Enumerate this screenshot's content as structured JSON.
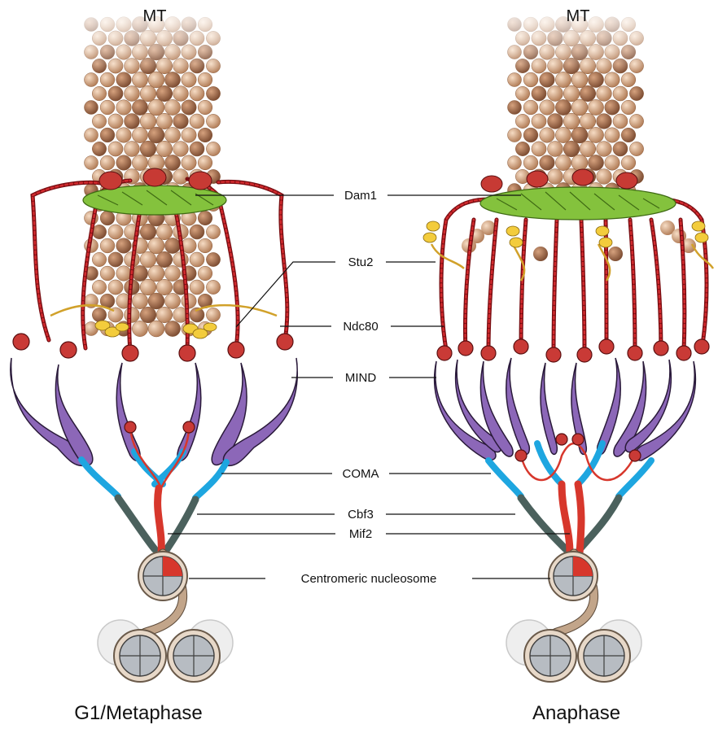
{
  "panels": [
    {
      "top_label": "MT",
      "bottom_label": "G1/Metaphase"
    },
    {
      "top_label": "MT",
      "bottom_label": "Anaphase"
    }
  ],
  "center_labels": [
    "Dam1",
    "Stu2",
    "Ndc80",
    "MIND",
    "COMA",
    "Cbf3",
    "Mif2",
    "Centromeric nucleosome"
  ],
  "colors": {
    "microtubule_bead_light": "#e8c3a3",
    "microtubule_bead_dark": "#a9714d",
    "dam1_ring": "#84c23d",
    "ndc80": "#7a0f13",
    "ndc80_head": "#c93a36",
    "mind": "#8c67b8",
    "stu2": "#f3cc3c",
    "coma": "#1ea6e0",
    "cbf3": "#4b615d",
    "mif2": "#d7372c",
    "nucleosome": "#b7bcc2"
  }
}
